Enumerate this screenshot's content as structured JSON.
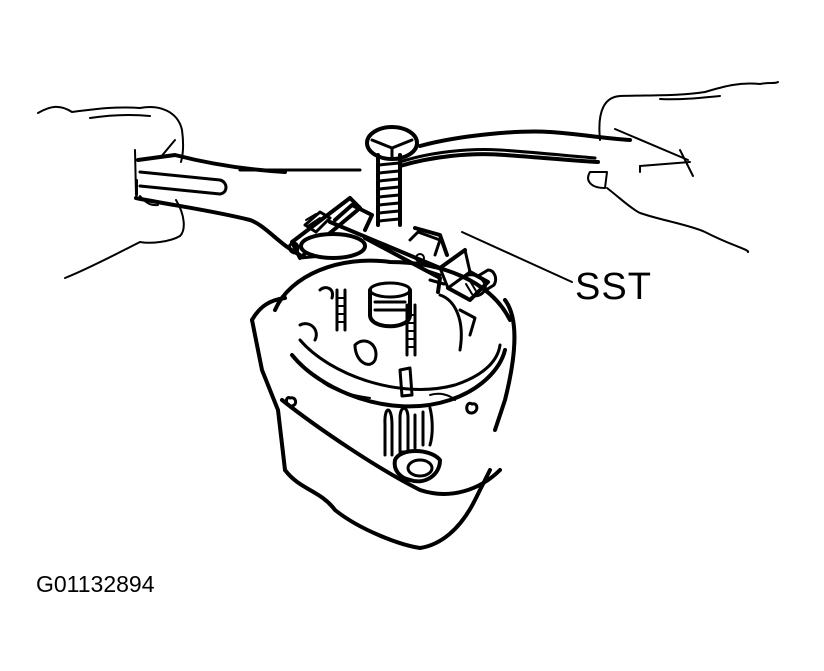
{
  "figure": {
    "callout_label": "SST",
    "figure_id": "G01132894",
    "subject": "alternator pulley removal using special service tool",
    "colors": {
      "line": "#000000",
      "background": "#ffffff"
    }
  },
  "parts": {
    "left_hand": "left-hand-holding-wrench",
    "right_hand": "right-hand-holding-wrench",
    "wrench_left": "left-wrench",
    "wrench_right": "right-wrench",
    "center_bolt": "center-bolt",
    "puller_tool": "sst-puller-body",
    "alternator": "alternator-housing",
    "leader_line": "sst-leader-line"
  }
}
